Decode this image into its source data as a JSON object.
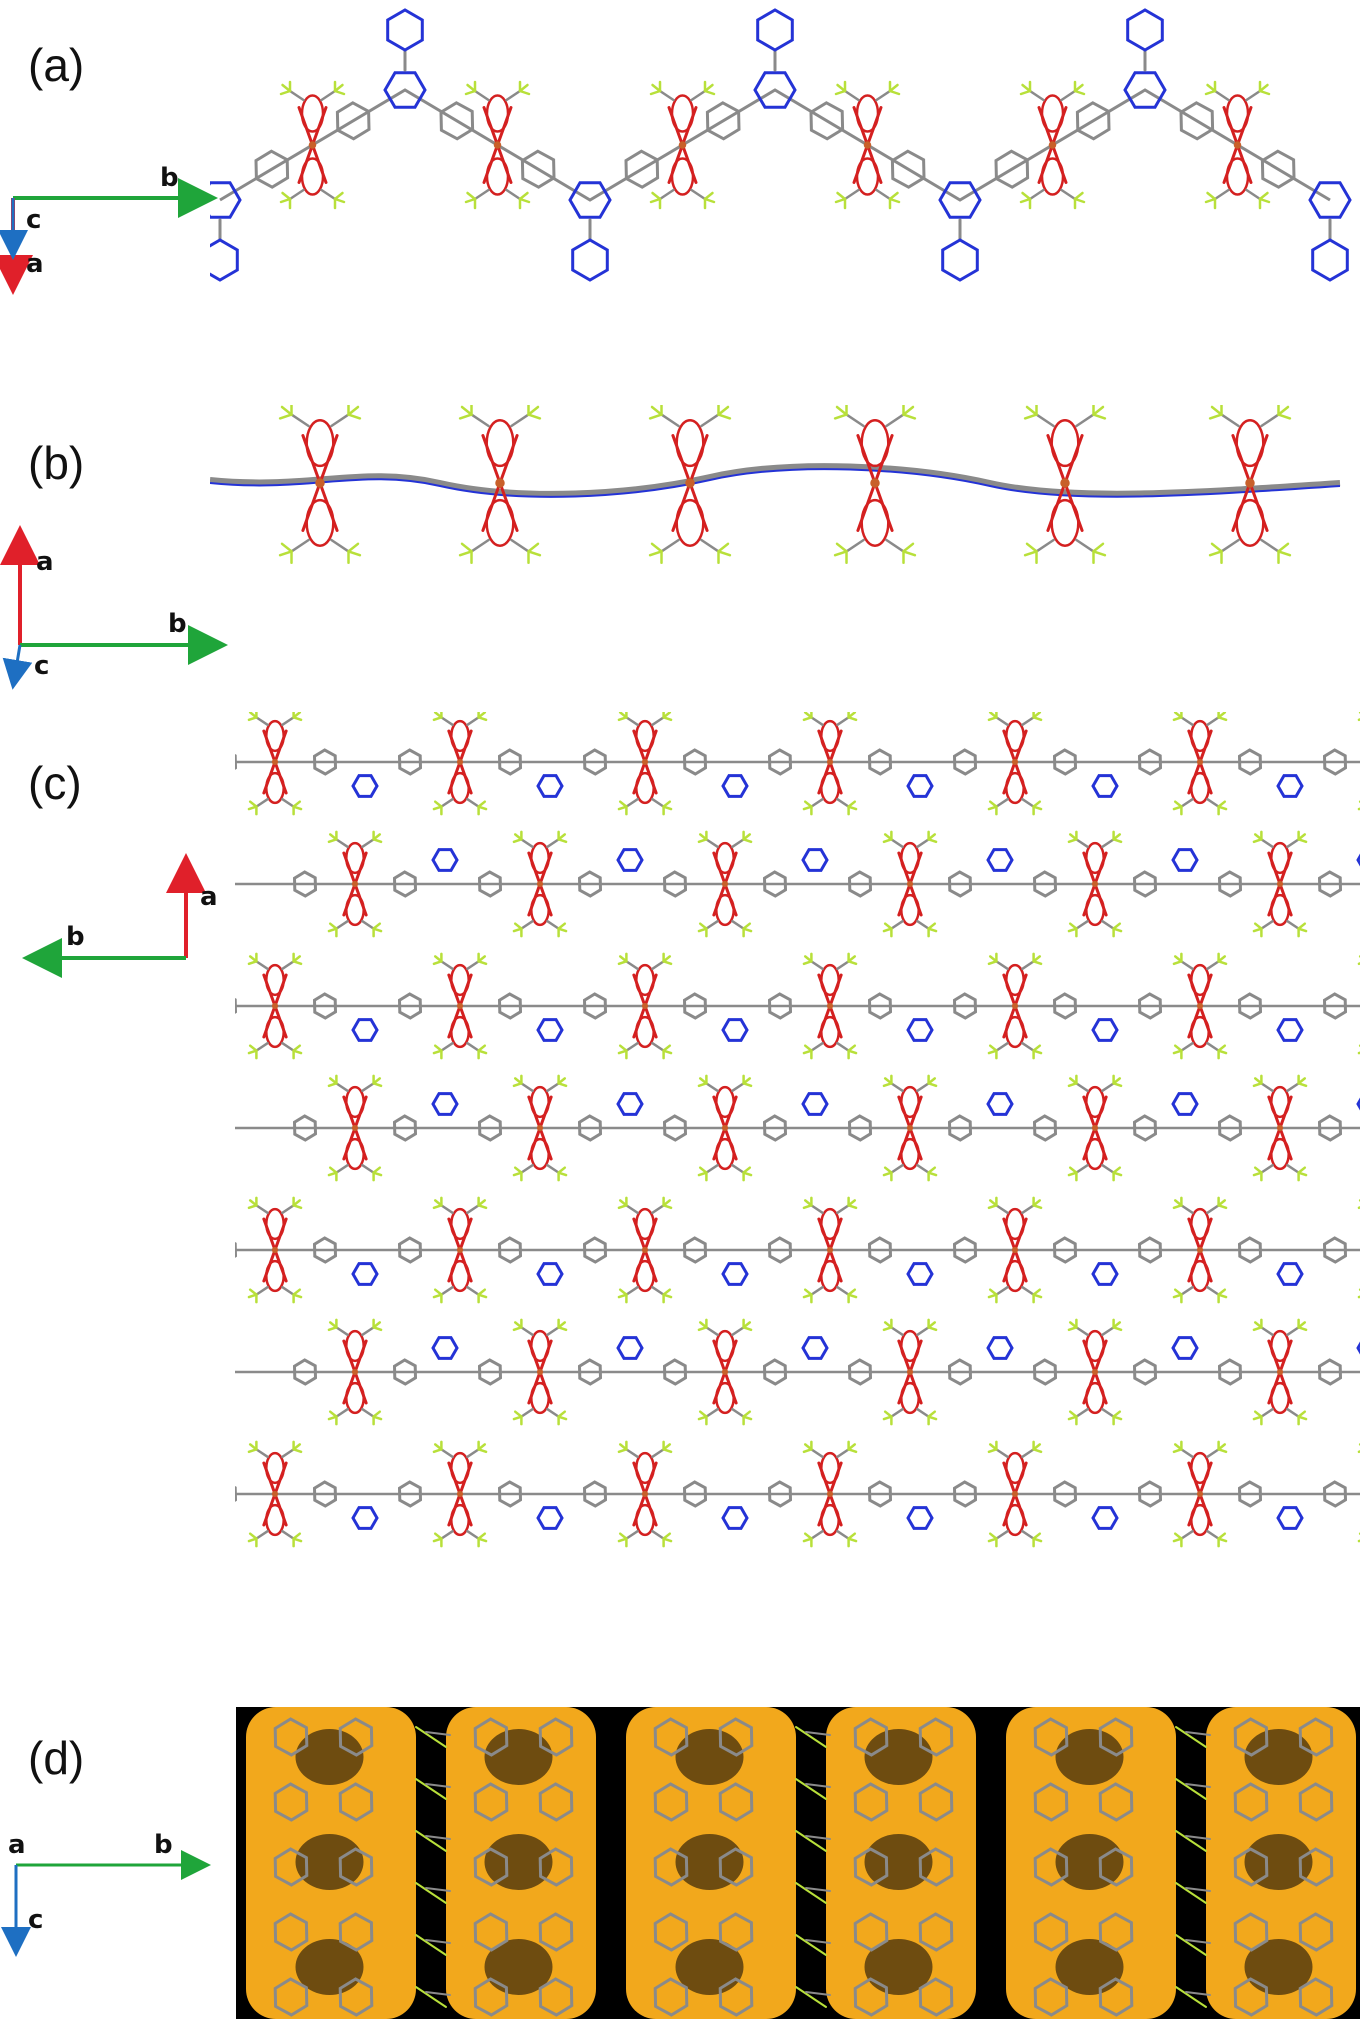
{
  "panels": [
    {
      "id": "a",
      "label": "(a)",
      "axes": {
        "horizontal": "b",
        "vertical": "a",
        "depth": "c"
      }
    },
    {
      "id": "b",
      "label": "(b)",
      "axes": {
        "horizontal": "b",
        "vertical": "a",
        "depth": "c"
      }
    },
    {
      "id": "c",
      "label": "(c)",
      "axes": {
        "horizontal": "b",
        "vertical": "a"
      }
    },
    {
      "id": "d",
      "label": "(d)",
      "axes": {
        "horizontal": "b",
        "vertical": "c",
        "depth": "a"
      }
    }
  ],
  "colors": {
    "axis_red": "#e0202a",
    "axis_green": "#1fa53a",
    "axis_blue": "#1e6fc2",
    "carbon": "#8a8a8a",
    "nitrogen": "#2433d6",
    "oxygen": "#d42020",
    "fluorine": "#b8e03a",
    "copper": "#c8602a",
    "pore_surface": "#f2a81c",
    "pore_shadow": "#6e4c10",
    "background_d": "#000000"
  },
  "icons": [
    "axis-arrow-icon"
  ]
}
